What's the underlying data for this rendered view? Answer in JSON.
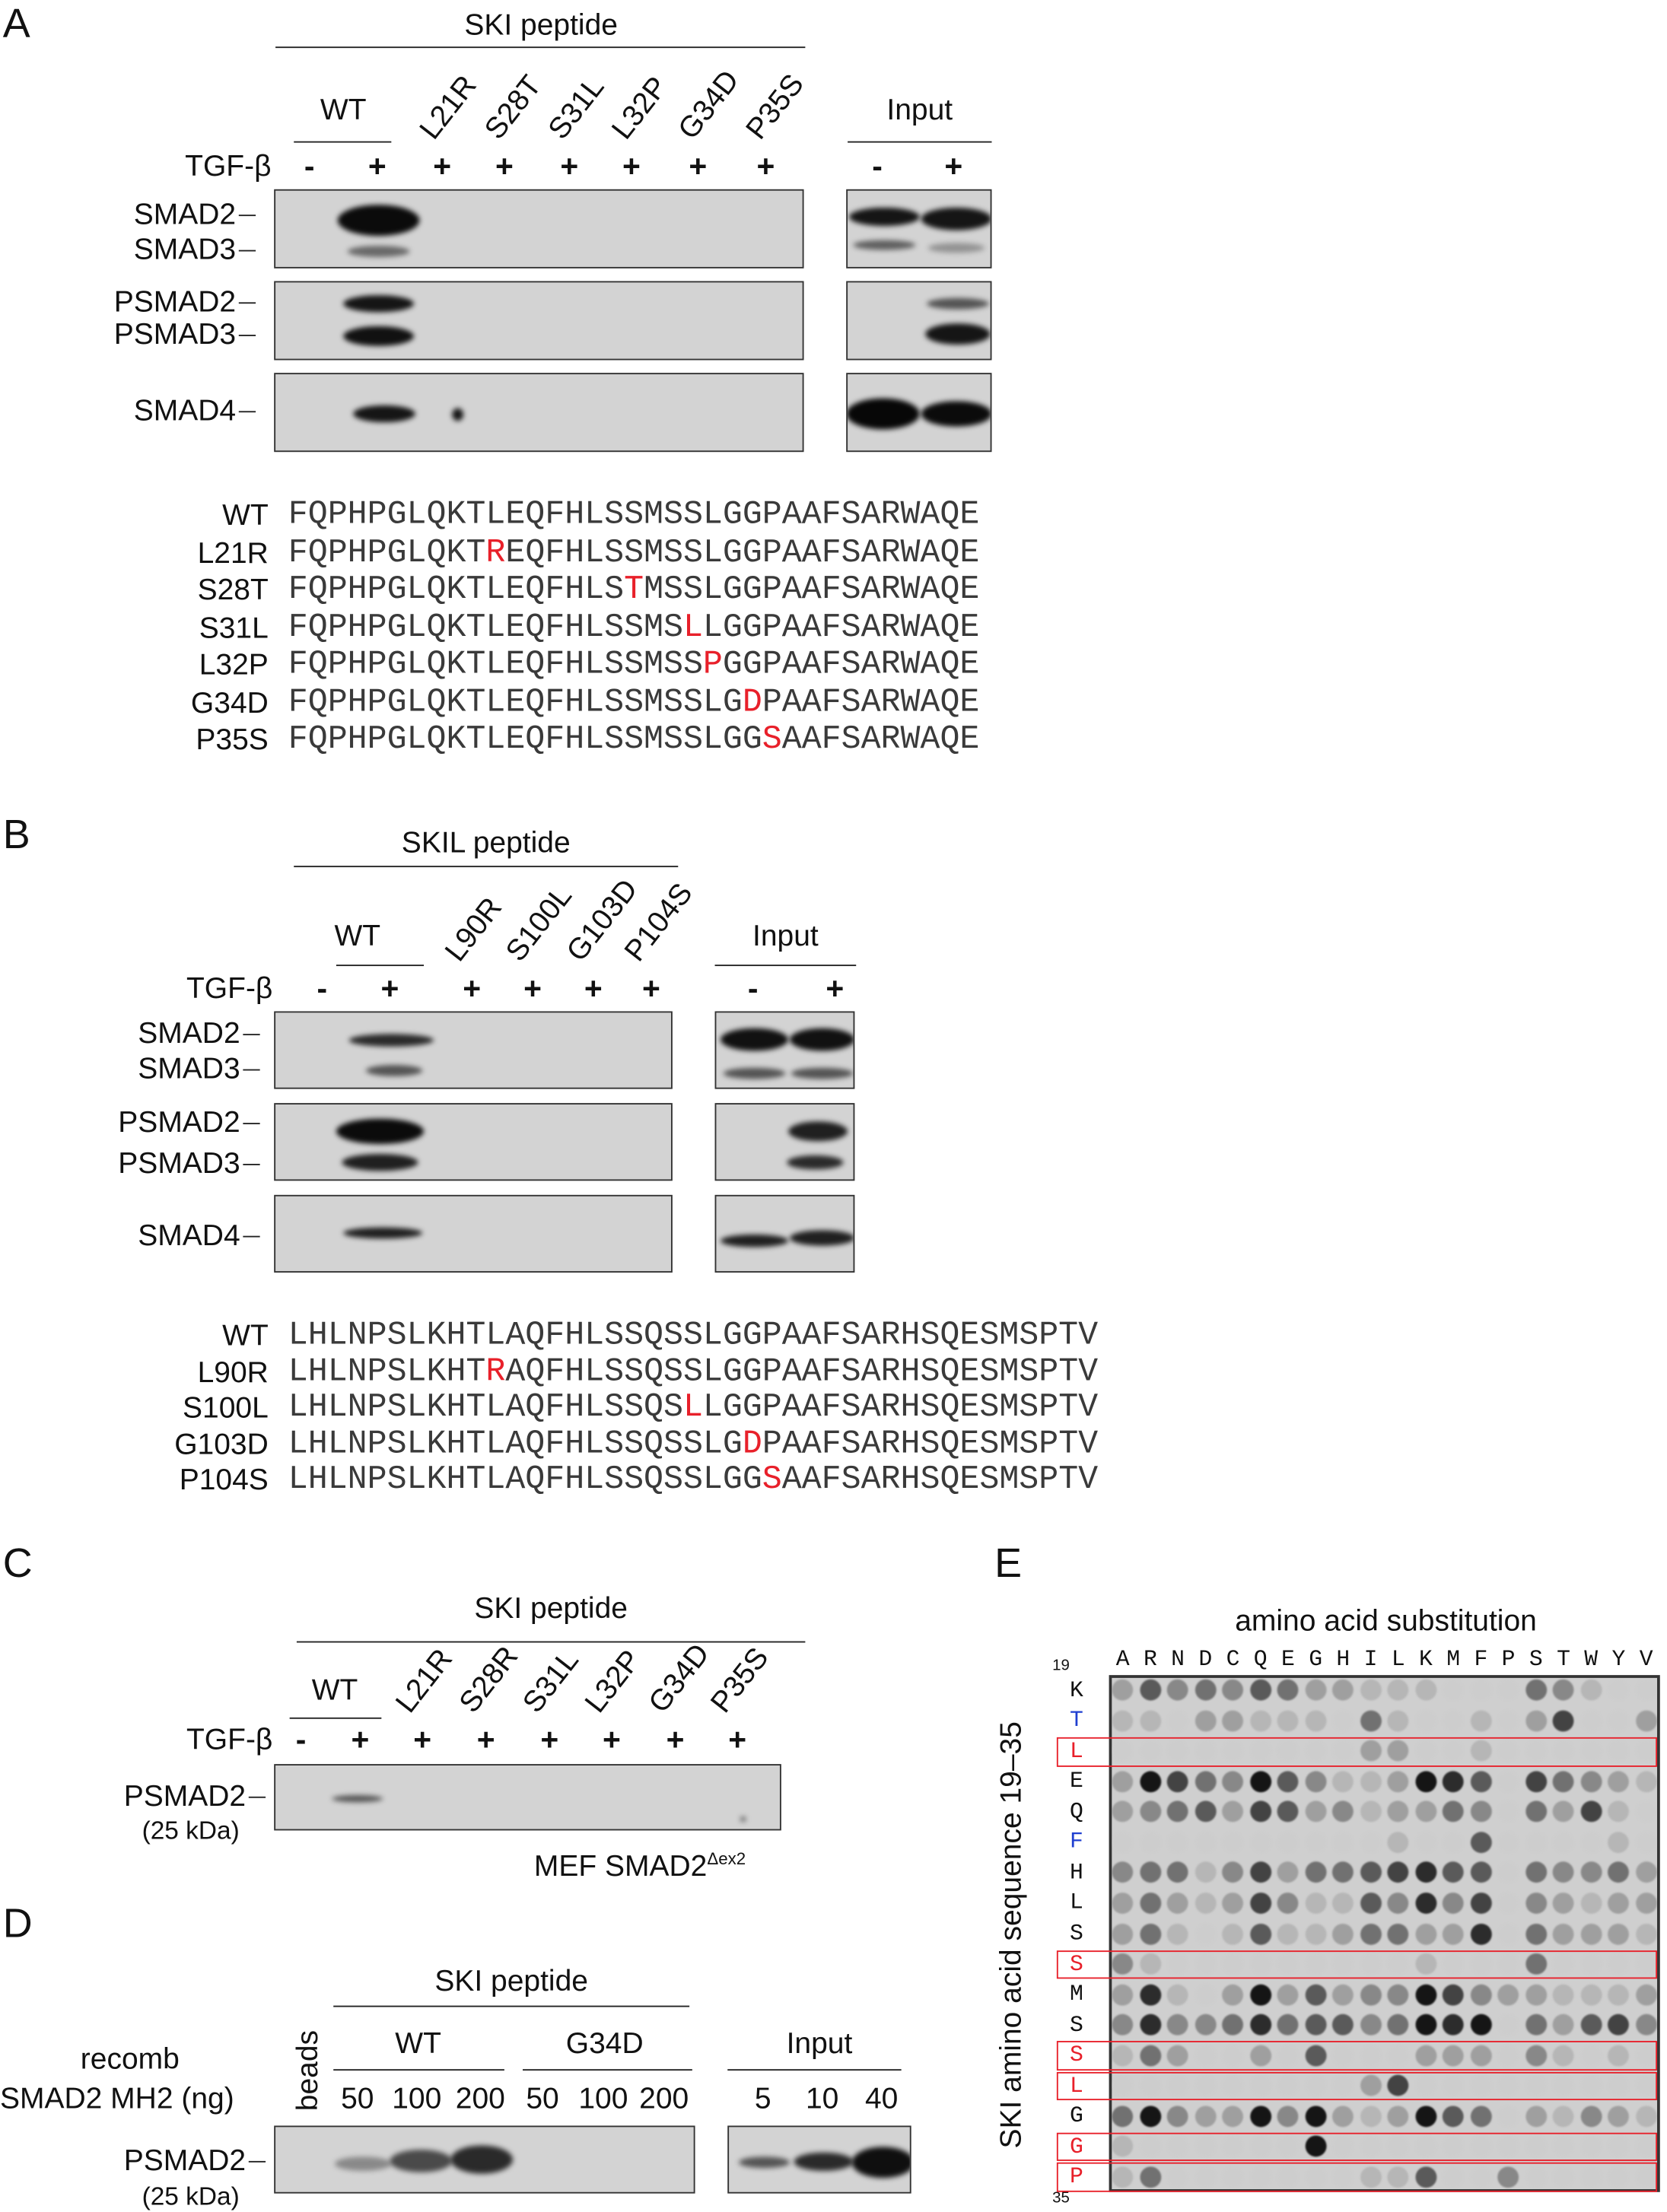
{
  "colors": {
    "mutation": "#e8202a",
    "highlight_label": "#1f3fd0",
    "box": "#e8202a"
  },
  "A": {
    "letter": "A",
    "header": "SKI peptide",
    "wt": "WT",
    "mutants": [
      "L21R",
      "S28T",
      "S31L",
      "L32P",
      "G34D",
      "P35S"
    ],
    "input": "Input",
    "treatment": "TGF-β",
    "signs": [
      "-",
      "+",
      "+",
      "+",
      "+",
      "+",
      "+",
      "+"
    ],
    "input_signs": [
      "-",
      "+"
    ],
    "blot_labels": [
      "SMAD2",
      "SMAD3",
      "PSMAD2",
      "PSMAD3",
      "SMAD4"
    ],
    "sequences": [
      {
        "name": "WT",
        "pre": "FQPHPGLQKTLEQFHLSSMSSLGGPAAFSARWAQE",
        "mut": "",
        "post": ""
      },
      {
        "name": "L21R",
        "pre": "FQPHPGLQKT",
        "mut": "R",
        "post": "EQFHLSSMSSLGGPAAFSARWAQE"
      },
      {
        "name": "S28T",
        "pre": "FQPHPGLQKTLEQFHLS",
        "mut": "T",
        "post": "MSSLGGPAAFSARWAQE"
      },
      {
        "name": "S31L",
        "pre": "FQPHPGLQKTLEQFHLSSMS",
        "mut": "L",
        "post": "LGGPAAFSARWAQE"
      },
      {
        "name": "L32P",
        "pre": "FQPHPGLQKTLEQFHLSSMSS",
        "mut": "P",
        "post": "GGPAAFSARWAQE"
      },
      {
        "name": "G34D",
        "pre": "FQPHPGLQKTLEQFHLSSMSSLG",
        "mut": "D",
        "post": "PAAFSARWAQE"
      },
      {
        "name": "P35S",
        "pre": "FQPHPGLQKTLEQFHLSSMSSLGG",
        "mut": "S",
        "post": "AAFSARWAQE"
      }
    ]
  },
  "B": {
    "letter": "B",
    "header": "SKIL peptide",
    "wt": "WT",
    "mutants": [
      "L90R",
      "S100L",
      "G103D",
      "P104S"
    ],
    "input": "Input",
    "treatment": "TGF-β",
    "signs": [
      "-",
      "+",
      "+",
      "+",
      "+",
      "+"
    ],
    "input_signs": [
      "-",
      "+"
    ],
    "blot_labels": [
      "SMAD2",
      "SMAD3",
      "PSMAD2",
      "PSMAD3",
      "SMAD4"
    ],
    "sequences": [
      {
        "name": "WT",
        "pre": "LHLNPSLKHTLAQFHLSSQSSLGGPAAFSARHSQESMSPTV",
        "mut": "",
        "post": ""
      },
      {
        "name": "L90R",
        "pre": "LHLNPSLKHT",
        "mut": "R",
        "post": "AQFHLSSQSSLGGPAAFSARHSQESMSPTV"
      },
      {
        "name": "S100L",
        "pre": "LHLNPSLKHTLAQFHLSSQS",
        "mut": "L",
        "post": "LGGPAAFSARHSQESMSPTV"
      },
      {
        "name": "G103D",
        "pre": "LHLNPSLKHTLAQFHLSSQSSLG",
        "mut": "D",
        "post": "PAAFSARHSQESMSPTV"
      },
      {
        "name": "P104S",
        "pre": "LHLNPSLKHTLAQFHLSSQSSLGG",
        "mut": "S",
        "post": "AAFSARHSQESMSPTV"
      }
    ]
  },
  "C": {
    "letter": "C",
    "header": "SKI peptide",
    "wt": "WT",
    "mutants": [
      "L21R",
      "S28R",
      "S31L",
      "L32P",
      "G34D",
      "P35S"
    ],
    "treatment": "TGF-β",
    "signs": [
      "-",
      "+",
      "+",
      "+",
      "+",
      "+",
      "+",
      "+"
    ],
    "blot_label": "PSMAD2",
    "size": "(25 kDa)",
    "cell_line": "MEF SMAD2",
    "cell_line_sup": "Δex2"
  },
  "D": {
    "letter": "D",
    "header": "SKI peptide",
    "beads": "beads",
    "wt": "WT",
    "mutant": "G34D",
    "input": "Input",
    "row_label_1": "recomb",
    "row_label_2": "SMAD2 MH2 (ng)",
    "amounts": [
      "50",
      "100",
      "200",
      "50",
      "100",
      "200"
    ],
    "input_amounts": [
      "5",
      "10",
      "40"
    ],
    "blot_label": "PSMAD2",
    "size": "(25 kDa)"
  },
  "E": {
    "letter": "E",
    "title": "amino acid substitution",
    "ylabel": "SKI amino acid sequence 19–35",
    "start": "19",
    "end": "35",
    "columns": [
      "A",
      "R",
      "N",
      "D",
      "C",
      "Q",
      "E",
      "G",
      "H",
      "I",
      "L",
      "K",
      "M",
      "F",
      "P",
      "S",
      "T",
      "W",
      "Y",
      "V"
    ],
    "rows": [
      {
        "aa": "K",
        "style": "normal"
      },
      {
        "aa": "T",
        "style": "blue"
      },
      {
        "aa": "L",
        "style": "boxed"
      },
      {
        "aa": "E",
        "style": "normal"
      },
      {
        "aa": "Q",
        "style": "normal"
      },
      {
        "aa": "F",
        "style": "blue"
      },
      {
        "aa": "H",
        "style": "normal"
      },
      {
        "aa": "L",
        "style": "normal"
      },
      {
        "aa": "S",
        "style": "normal"
      },
      {
        "aa": "S",
        "style": "boxed"
      },
      {
        "aa": "M",
        "style": "normal"
      },
      {
        "aa": "S",
        "style": "normal"
      },
      {
        "aa": "S",
        "style": "boxed"
      },
      {
        "aa": "L",
        "style": "boxed"
      },
      {
        "aa": "G",
        "style": "normal"
      },
      {
        "aa": "G",
        "style": "boxed"
      },
      {
        "aa": "P",
        "style": "boxed"
      }
    ],
    "intensity_scale_max": 9,
    "intensities": [
      [
        3,
        6,
        4,
        5,
        4,
        6,
        5,
        3,
        3,
        2,
        2,
        2,
        1,
        1,
        1,
        5,
        4,
        2,
        1,
        1
      ],
      [
        2,
        2,
        1,
        3,
        3,
        2,
        2,
        2,
        1,
        5,
        2,
        1,
        1,
        2,
        1,
        3,
        7,
        1,
        1,
        3
      ],
      [
        1,
        1,
        1,
        1,
        1,
        1,
        1,
        1,
        1,
        3,
        3,
        1,
        1,
        2,
        1,
        1,
        1,
        1,
        1,
        1
      ],
      [
        3,
        9,
        7,
        5,
        4,
        9,
        6,
        4,
        2,
        2,
        3,
        9,
        8,
        6,
        1,
        7,
        5,
        4,
        3,
        2
      ],
      [
        3,
        4,
        5,
        6,
        3,
        7,
        6,
        3,
        4,
        2,
        3,
        3,
        5,
        4,
        1,
        5,
        3,
        7,
        2,
        1
      ],
      [
        1,
        1,
        1,
        1,
        1,
        1,
        1,
        1,
        1,
        1,
        2,
        1,
        1,
        6,
        1,
        1,
        1,
        1,
        2,
        1
      ],
      [
        4,
        5,
        5,
        2,
        4,
        7,
        3,
        5,
        5,
        6,
        7,
        8,
        6,
        6,
        1,
        5,
        4,
        4,
        5,
        3
      ],
      [
        3,
        5,
        3,
        2,
        3,
        7,
        4,
        2,
        2,
        6,
        4,
        8,
        4,
        7,
        1,
        4,
        3,
        2,
        3,
        3
      ],
      [
        3,
        5,
        2,
        1,
        2,
        6,
        2,
        2,
        3,
        5,
        5,
        3,
        3,
        8,
        1,
        5,
        3,
        3,
        3,
        2
      ],
      [
        4,
        2,
        1,
        1,
        1,
        1,
        1,
        1,
        1,
        1,
        1,
        2,
        1,
        1,
        1,
        5,
        1,
        1,
        1,
        1
      ],
      [
        3,
        8,
        2,
        1,
        3,
        9,
        3,
        6,
        3,
        4,
        4,
        9,
        7,
        4,
        3,
        3,
        2,
        2,
        2,
        3
      ],
      [
        4,
        8,
        4,
        4,
        5,
        8,
        5,
        6,
        6,
        4,
        5,
        9,
        8,
        9,
        1,
        5,
        3,
        6,
        7,
        4
      ],
      [
        2,
        5,
        3,
        1,
        1,
        3,
        1,
        6,
        1,
        1,
        1,
        3,
        3,
        3,
        1,
        4,
        2,
        1,
        2,
        1
      ],
      [
        1,
        1,
        1,
        1,
        1,
        1,
        1,
        1,
        1,
        3,
        7,
        1,
        1,
        1,
        1,
        1,
        1,
        1,
        1,
        1
      ],
      [
        5,
        9,
        4,
        3,
        3,
        9,
        4,
        9,
        3,
        2,
        3,
        9,
        6,
        5,
        1,
        3,
        2,
        4,
        3,
        2
      ],
      [
        2,
        1,
        1,
        1,
        1,
        1,
        1,
        9,
        1,
        1,
        1,
        1,
        1,
        1,
        1,
        1,
        1,
        1,
        1,
        1
      ],
      [
        2,
        5,
        1,
        1,
        1,
        1,
        1,
        1,
        1,
        2,
        2,
        6,
        1,
        1,
        4,
        1,
        1,
        1,
        1,
        1
      ]
    ]
  }
}
